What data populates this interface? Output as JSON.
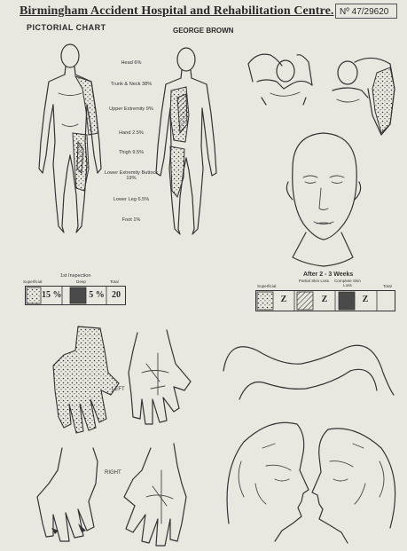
{
  "header": {
    "hospital_title": "Birmingham Accident Hospital and Rehabilitation Centre.",
    "record_no": "Nº 47/29620"
  },
  "chart": {
    "heading": "PICTORIAL CHART",
    "patient_name": "GEORGE BROWN"
  },
  "body_percentages": [
    {
      "label": "Head 6%",
      "value": 6
    },
    {
      "label": "Trunk & Neck 38%",
      "value": 38
    },
    {
      "label": "Upper Extremity 9%",
      "value": 9
    },
    {
      "label": "Hand 2.5%",
      "value": 2.5
    },
    {
      "label": "Thigh 9.5%",
      "value": 9.5
    },
    {
      "label": "Lower Extremity Buttock 19%",
      "value": 19
    },
    {
      "label": "Lower Leg 6.5%",
      "value": 6.5
    },
    {
      "label": "Foot 1%",
      "value": 1
    }
  ],
  "first_inspection": {
    "title": "1st Inspection",
    "columns": [
      "Superficial",
      "Deep",
      "Total"
    ],
    "values": [
      "15 %",
      "5 %",
      "20"
    ]
  },
  "after_weeks": {
    "title": "After 2 - 3 Weeks",
    "columns": [
      "Superficial",
      "Partial Skin Loss",
      "Complete Skin Loss",
      "Total"
    ],
    "values": [
      "Z",
      "Z",
      "Z"
    ]
  },
  "hands": {
    "left_label": "LEFT",
    "right_label": "RIGHT"
  },
  "colors": {
    "ink": "#333333",
    "paper": "#e9e8e0"
  }
}
